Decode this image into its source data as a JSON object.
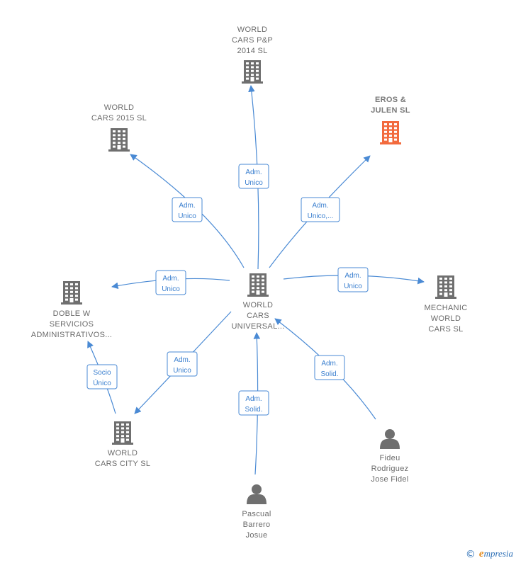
{
  "colors": {
    "edge": "#4a8ad4",
    "company_icon": "#6f6f6f",
    "highlight_icon": "#f26a3d",
    "person_icon": "#6f6f6f"
  },
  "nodes": [
    {
      "id": "center",
      "type": "company",
      "icon": "building-icon",
      "lines": [
        "WORLD",
        "CARS",
        "UNIVERSAL..."
      ]
    },
    {
      "id": "pp2014",
      "type": "company",
      "icon": "building-icon",
      "lines": [
        "WORLD",
        "CARS P&P",
        "2014  SL"
      ]
    },
    {
      "id": "cars2015",
      "type": "company",
      "icon": "building-icon",
      "lines": [
        "WORLD",
        "CARS 2015  SL"
      ]
    },
    {
      "id": "eros",
      "type": "company",
      "icon": "building-icon",
      "highlight": true,
      "lines": [
        "EROS &",
        "JULEN  SL"
      ]
    },
    {
      "id": "doblew",
      "type": "company",
      "icon": "building-icon",
      "lines": [
        "DOBLE W",
        "SERVICIOS",
        "ADMINISTRATIVOS..."
      ]
    },
    {
      "id": "mechanic",
      "type": "company",
      "icon": "building-icon",
      "lines": [
        "MECHANIC",
        "WORLD",
        "CARS  SL"
      ]
    },
    {
      "id": "carscity",
      "type": "company",
      "icon": "building-icon",
      "lines": [
        "WORLD",
        "CARS CITY  SL"
      ]
    },
    {
      "id": "fideu",
      "type": "person",
      "icon": "person-icon",
      "lines": [
        "Fideu",
        "Rodriguez",
        "Jose Fidel"
      ]
    },
    {
      "id": "pascual",
      "type": "person",
      "icon": "person-icon",
      "lines": [
        "Pascual",
        "Barrero",
        "Josue"
      ]
    }
  ],
  "edges": [
    {
      "from": "center",
      "to": "pp2014",
      "label": [
        "Adm.",
        "Unico"
      ]
    },
    {
      "from": "center",
      "to": "cars2015",
      "label": [
        "Adm.",
        "Unico"
      ]
    },
    {
      "from": "center",
      "to": "eros",
      "label": [
        "Adm.",
        "Unico,..."
      ]
    },
    {
      "from": "center",
      "to": "doblew",
      "label": [
        "Adm.",
        "Unico"
      ]
    },
    {
      "from": "center",
      "to": "mechanic",
      "label": [
        "Adm.",
        "Unico"
      ]
    },
    {
      "from": "center",
      "to": "carscity",
      "label": [
        "Adm.",
        "Unico"
      ]
    },
    {
      "from": "carscity",
      "to": "doblew",
      "label": [
        "Socio",
        "Único"
      ]
    },
    {
      "from": "fideu",
      "to": "center",
      "label": [
        "Adm.",
        "Solid."
      ]
    },
    {
      "from": "pascual",
      "to": "center",
      "label": [
        "Adm.",
        "Solid."
      ]
    }
  ],
  "footer": {
    "copyright": "©",
    "brand_initial": "e",
    "brand_rest": "mpresia"
  }
}
